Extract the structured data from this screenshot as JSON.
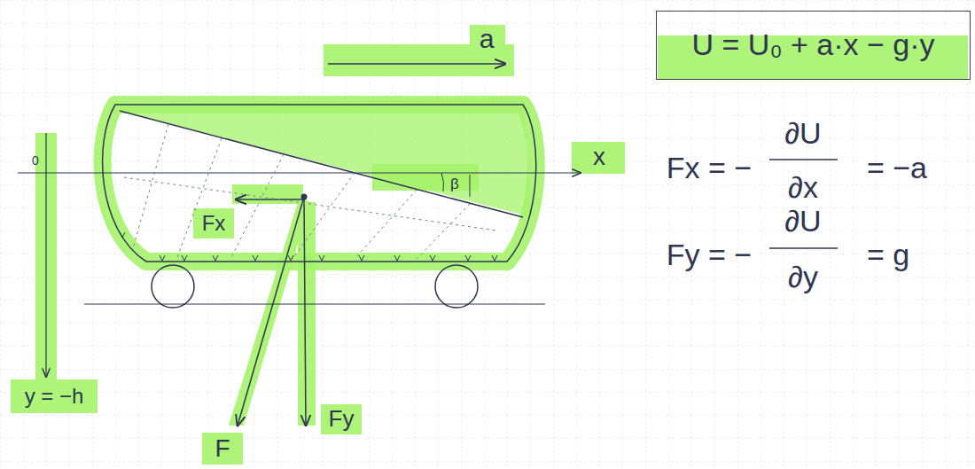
{
  "diagram": {
    "nodes": [
      {
        "text": [
          "U = U₀ + a·x − g·y"
        ]
      }
    ],
    "labels": [
      "a",
      "x",
      "0",
      "β",
      "Fx",
      "F",
      "Fy",
      "y = −h",
      "Fx = −",
      "∂U",
      "∂x",
      "= −a",
      "Fy = −",
      "∂U",
      "∂y",
      "= g"
    ]
  }
}
